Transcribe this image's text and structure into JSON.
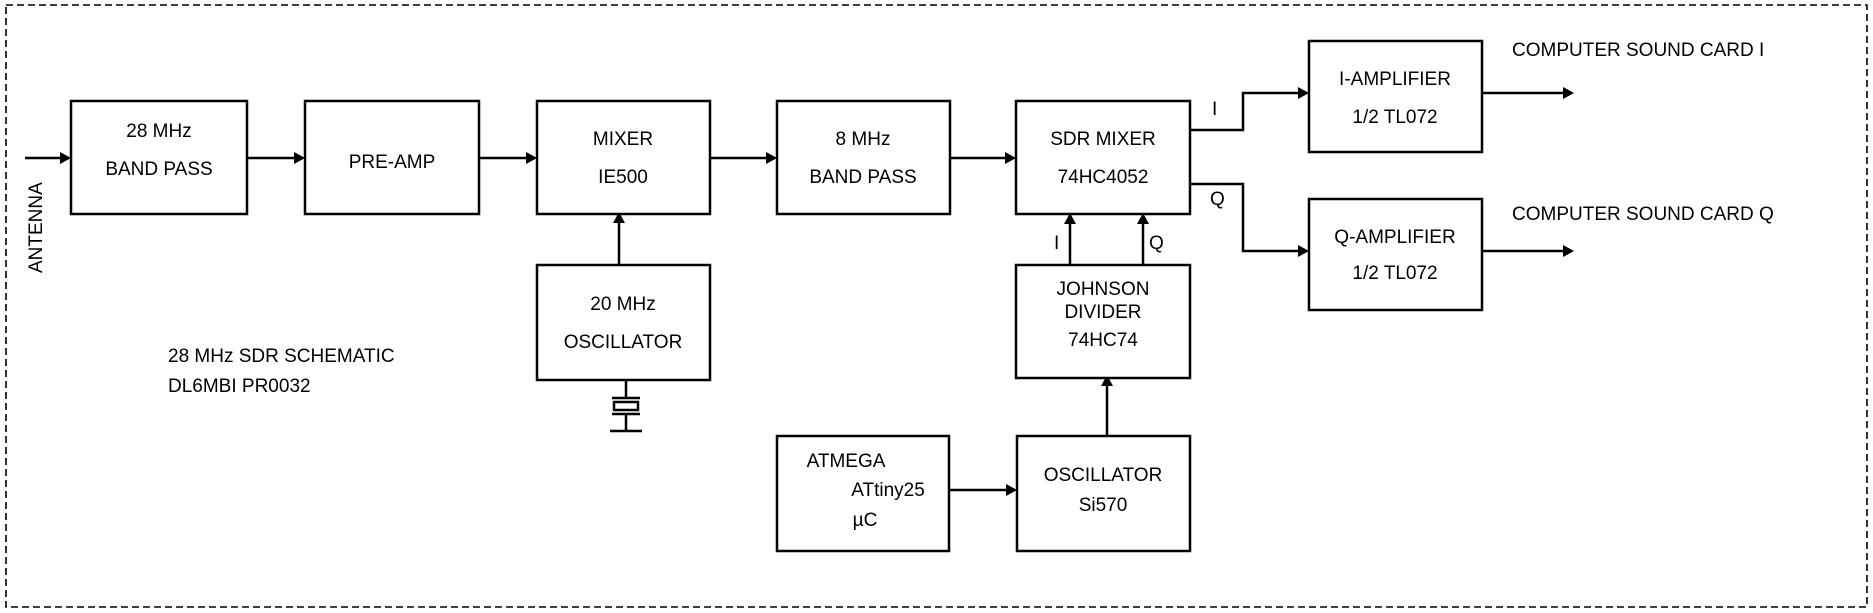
{
  "blocks": {
    "bandpass28": {
      "line1": "28 MHz",
      "line2": "BAND PASS"
    },
    "preamp": {
      "line1": "PRE-AMP"
    },
    "mixer": {
      "line1": "MIXER",
      "line2": "IE500"
    },
    "bandpass8": {
      "line1": "8 MHz",
      "line2": "BAND PASS"
    },
    "sdr_mixer": {
      "line1": "SDR MIXER",
      "line2": "74HC4052"
    },
    "osc20": {
      "line1": "20 MHz",
      "line2": "OSCILLATOR"
    },
    "johnson": {
      "line1": "JOHNSON",
      "line2": "DIVIDER",
      "line3": "74HC74"
    },
    "atmega": {
      "line1": "ATMEGA",
      "line2": "ATtiny25",
      "line3": "µC"
    },
    "si570": {
      "line1": "OSCILLATOR",
      "line2": "Si570"
    },
    "i_amp": {
      "line1": "I-AMPLIFIER",
      "line2": "1/2 TL072"
    },
    "q_amp": {
      "line1": "Q-AMPLIFIER",
      "line2": "1/2 TL072"
    }
  },
  "labels": {
    "antenna": "ANTENNA",
    "schematic_title": "28 MHz SDR SCHEMATIC",
    "schematic_id": "DL6MBI PR0032",
    "out_i": "COMPUTER SOUND CARD I",
    "out_q": "COMPUTER SOUND CARD Q",
    "mix_out_i": "I",
    "mix_out_q": "Q",
    "div_i": "I",
    "div_q": "Q"
  }
}
